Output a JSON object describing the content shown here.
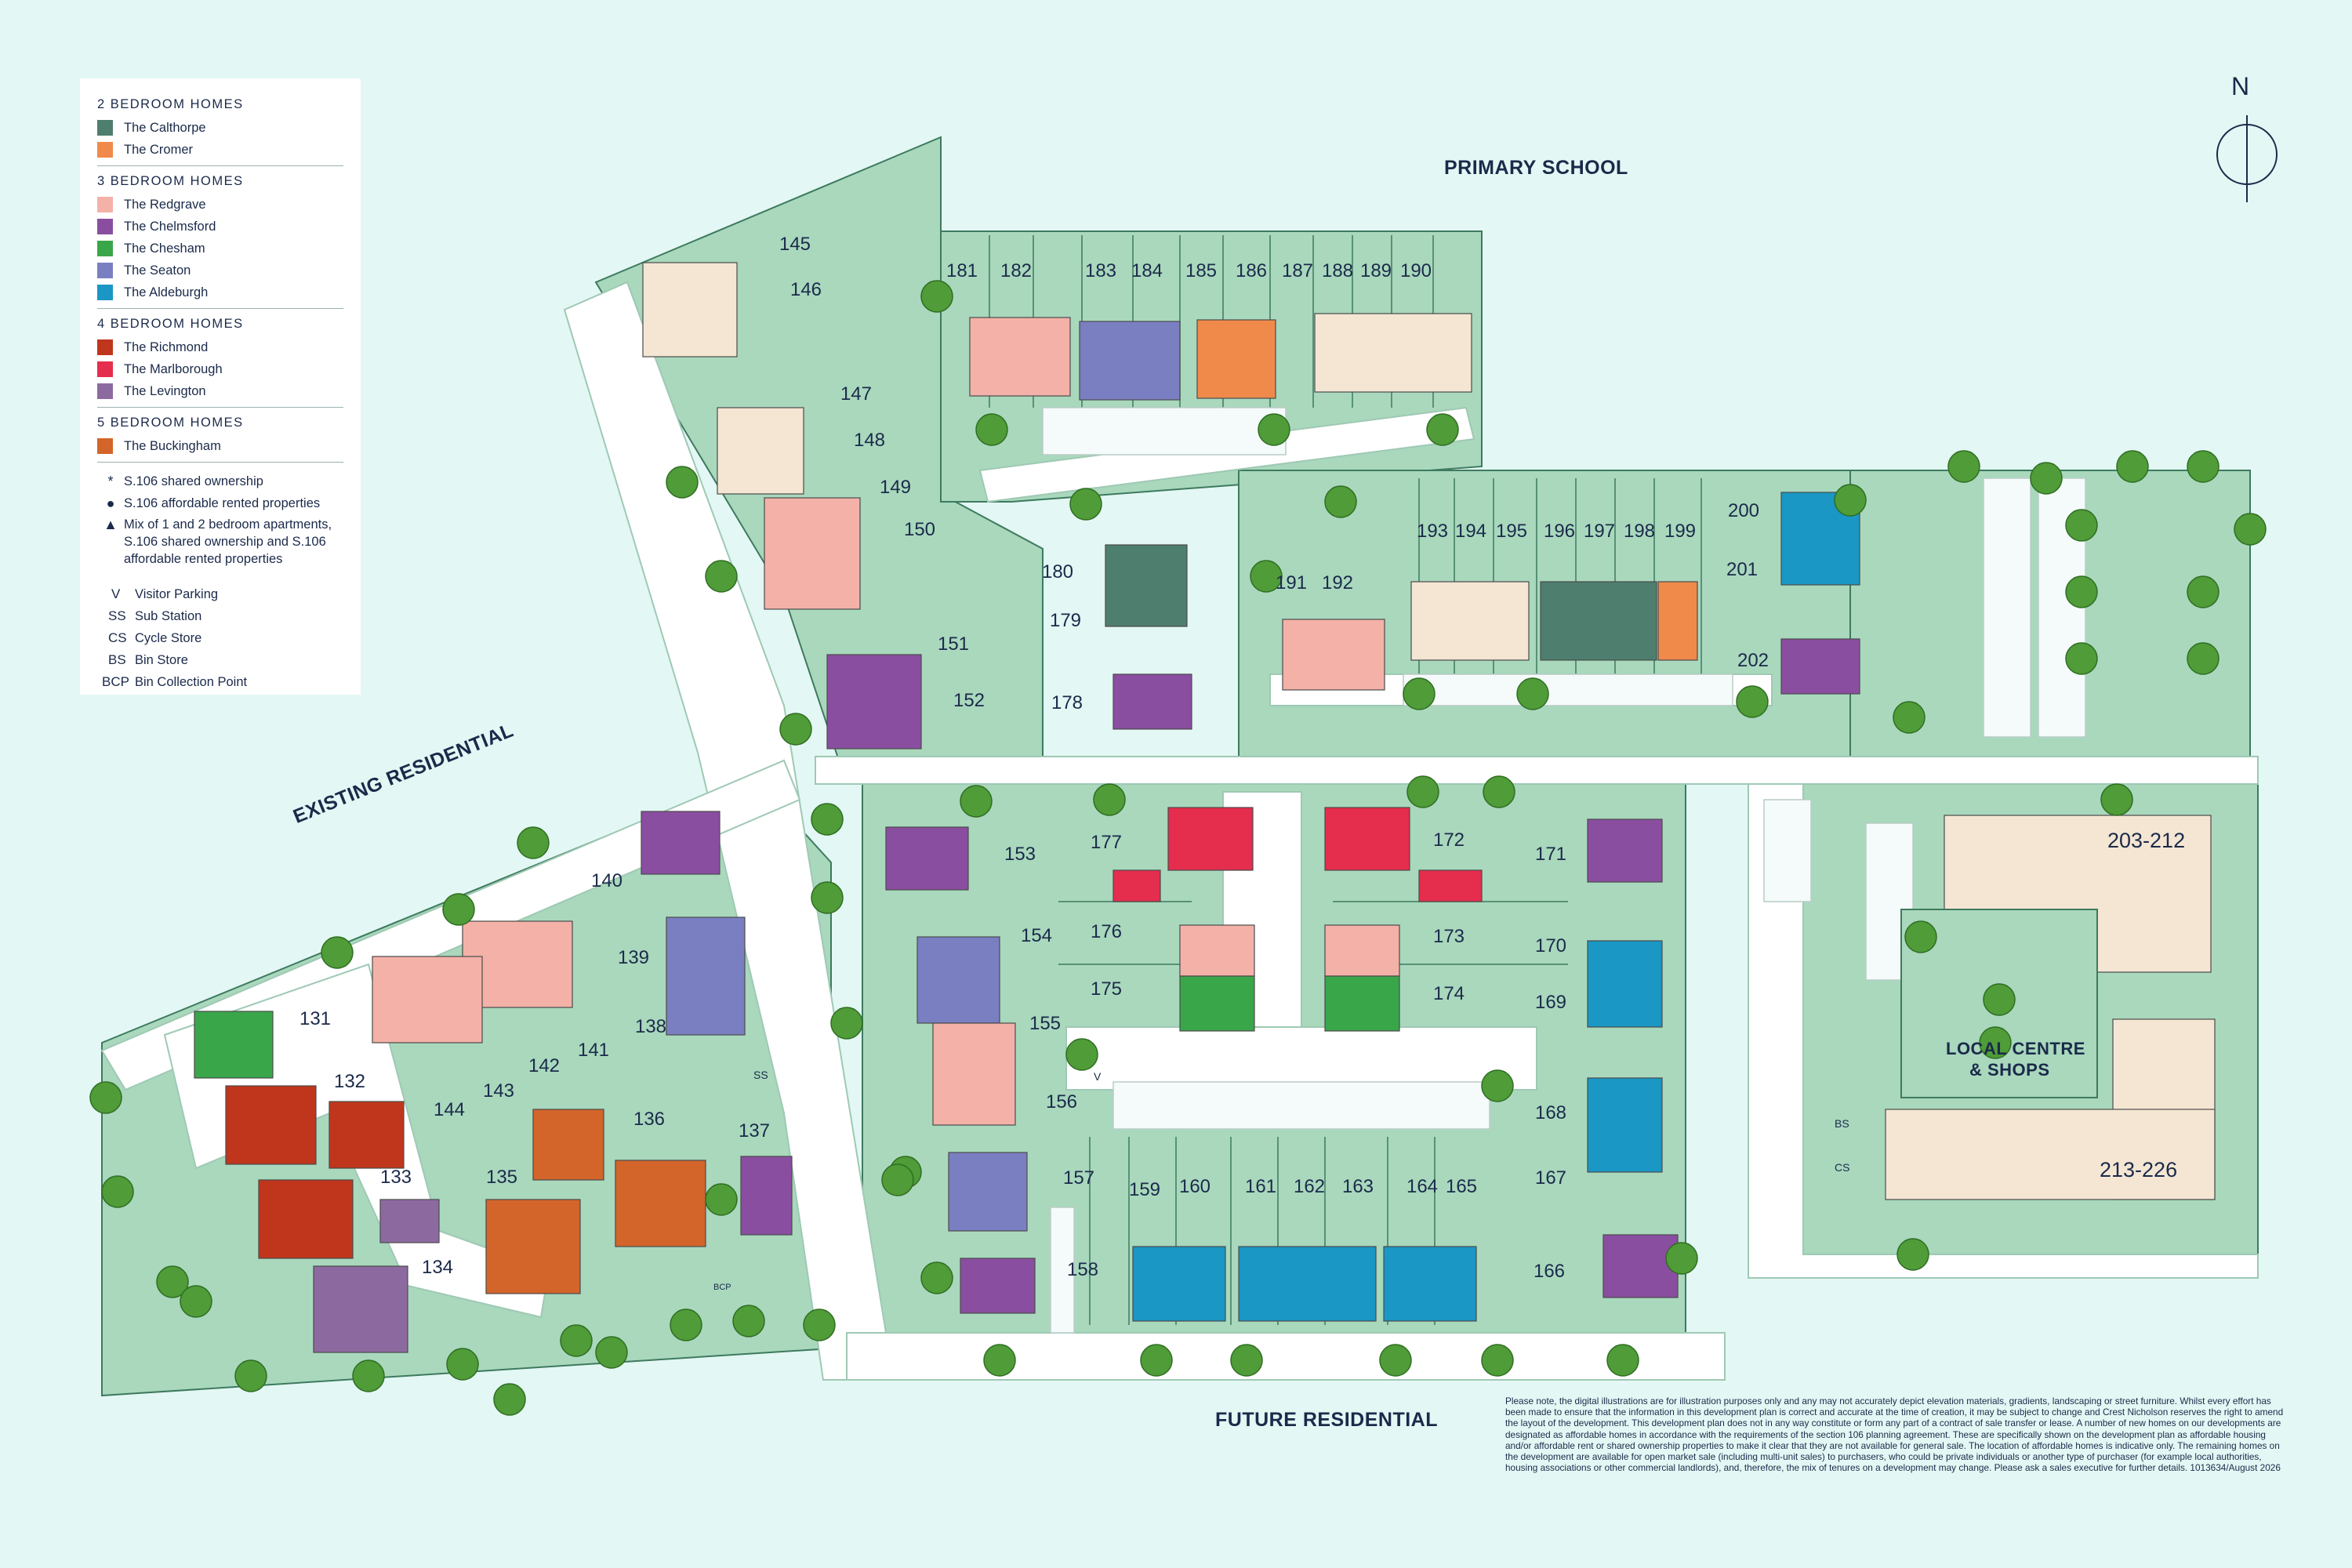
{
  "legend": {
    "groups": [
      {
        "heading": "2 BEDROOM HOMES",
        "items": [
          {
            "label": "The Calthorpe",
            "color": "#4e7e6e"
          },
          {
            "label": "The Cromer",
            "color": "#f08a4b"
          }
        ]
      },
      {
        "heading": "3 BEDROOM HOMES",
        "items": [
          {
            "label": "The Redgrave",
            "color": "#f4b1a8"
          },
          {
            "label": "The Chelmsford",
            "color": "#8a4ea0"
          },
          {
            "label": "The Chesham",
            "color": "#3aa64a"
          },
          {
            "label": "The Seaton",
            "color": "#7a7fc2"
          },
          {
            "label": "The Aldeburgh",
            "color": "#1a97c4"
          }
        ]
      },
      {
        "heading": "4 BEDROOM HOMES",
        "items": [
          {
            "label": "The Richmond",
            "color": "#c0361c"
          },
          {
            "label": "The Marlborough",
            "color": "#e52d4d"
          },
          {
            "label": "The Levington",
            "color": "#8c6aa0"
          }
        ]
      },
      {
        "heading": "5 BEDROOM HOMES",
        "items": [
          {
            "label": "The Buckingham",
            "color": "#d3652a"
          }
        ]
      }
    ],
    "symbols": [
      {
        "symbol": "*",
        "label": "S.106 shared ownership"
      },
      {
        "symbol": "●",
        "label": "S.106 affordable rented properties"
      },
      {
        "symbol": "▲",
        "label": "Mix of 1 and 2 bedroom apartments, S.106 shared ownership and S.106 affordable rented properties"
      }
    ],
    "abbreviations": [
      {
        "code": "V",
        "label": "Visitor Parking"
      },
      {
        "code": "SS",
        "label": "Sub Station"
      },
      {
        "code": "CS",
        "label": "Cycle Store"
      },
      {
        "code": "BS",
        "label": "Bin Store"
      },
      {
        "code": "BCP",
        "label": "Bin Collection Point"
      }
    ]
  },
  "areas": {
    "primary_school": "PRIMARY SCHOOL",
    "existing_residential": "EXISTING RESIDENTIAL",
    "future_residential": "FUTURE RESIDENTIAL",
    "local_centre_line1": "LOCAL CENTRE",
    "local_centre_line2": "& SHOPS"
  },
  "compass": {
    "label": "N"
  },
  "apartments": {
    "block_a": "203-212",
    "block_b": "213-226"
  },
  "site_codes": {
    "ss": "SS",
    "bs": "BS",
    "cs": "CS",
    "bcp": "BCP",
    "v": "V"
  },
  "plots": [
    "131",
    "132",
    "133",
    "134",
    "135",
    "136",
    "137",
    "138",
    "139",
    "140",
    "141",
    "142",
    "143",
    "144",
    "145",
    "146",
    "147",
    "148",
    "149",
    "150",
    "151",
    "152",
    "153",
    "154",
    "155",
    "156",
    "157",
    "158",
    "159",
    "160",
    "161",
    "162",
    "163",
    "164",
    "165",
    "166",
    "167",
    "168",
    "169",
    "170",
    "171",
    "172",
    "173",
    "174",
    "175",
    "176",
    "177",
    "178",
    "179",
    "180",
    "181",
    "182",
    "183",
    "184",
    "185",
    "186",
    "187",
    "188",
    "189",
    "190",
    "191",
    "192",
    "193",
    "194",
    "195",
    "196",
    "197",
    "198",
    "199",
    "200",
    "201",
    "202"
  ],
  "disclaimer": "Please note, the digital illustrations are for illustration purposes only and any may not accurately depict elevation materials, gradients, landscaping or street furniture. Whilst every effort has been made to ensure that the information in this development plan is correct and accurate at the time of creation, it may be subject to change and Crest Nicholson reserves the right to amend the layout of the development. This development plan does not in any way constitute or form any part of a contract of sale transfer or lease. A number of new homes on our developments are designated as affordable homes in accordance with the requirements of the section 106 planning agreement. These are specifically shown on the development plan as affordable housing and/or affordable rent or shared ownership properties to make it clear that they are not available for general sale. The location of affordable homes is indicative only. The remaining homes on the development are available for open market sale (including multi-unit sales) to purchasers, who could be private individuals or another type of purchaser (for example local authorities, housing associations or other commercial landlords), and, therefore, the mix of tenures on a development may change. Please ask a sales executive for further details.  1013634/August 2026",
  "colors": {
    "background": "#e3f7f4",
    "plot_green": "#a9d8bd",
    "plot_border": "#3e7a5e",
    "road": "#ffffff",
    "tree": "#4f9c38",
    "apartment": "#f4e6d3"
  }
}
